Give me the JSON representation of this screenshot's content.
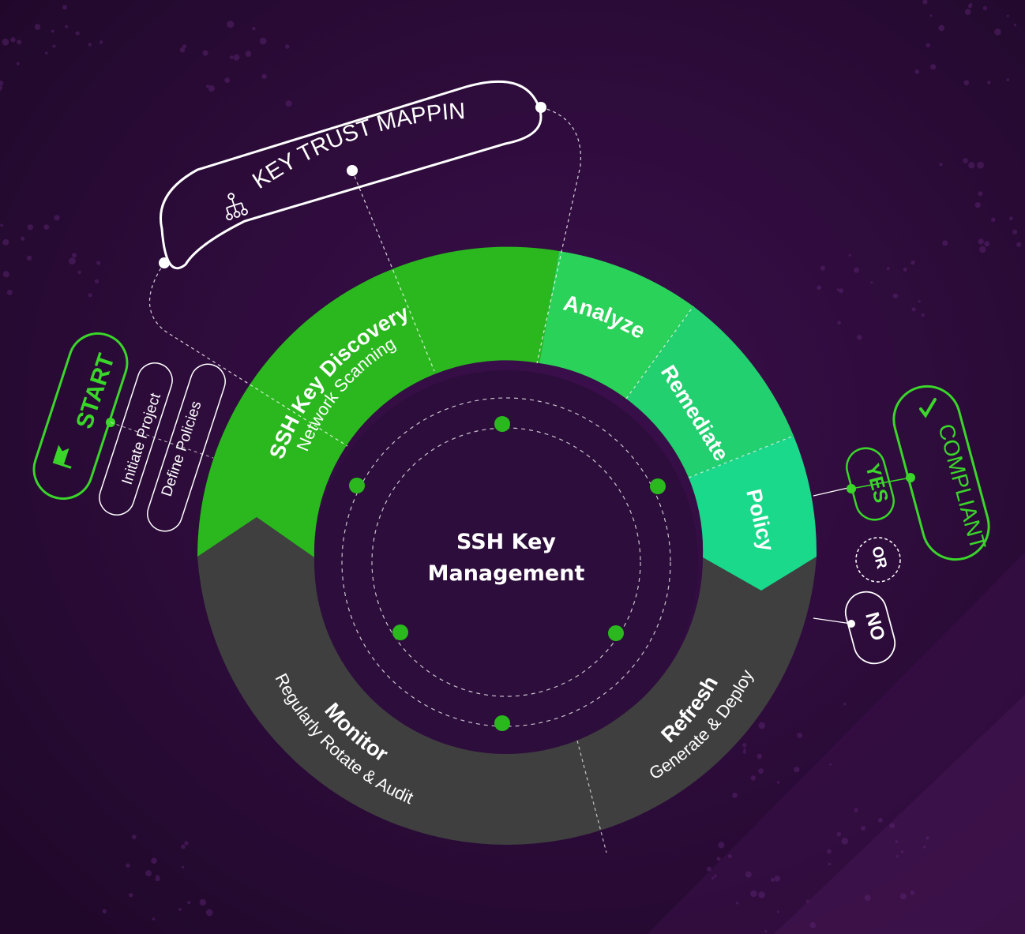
{
  "colors": {
    "background": "#2a0a35",
    "green_dark": "#2ab81e",
    "green_mid": "#2bd25a",
    "green_teal": "#1ad98a",
    "grey": "#3f3f3f",
    "ring_inner": "#2d0d3b",
    "accent": "#3ad62a",
    "white": "#ffffff"
  },
  "center": {
    "line1": "SSH Key",
    "line2": "Management"
  },
  "segments": {
    "discovery": {
      "title": "SSH Key Discovery",
      "subtitle": "Network Scanning"
    },
    "analyze": {
      "title": "Analyze"
    },
    "remediate": {
      "title": "Remediate"
    },
    "policy": {
      "title": "Policy"
    },
    "refresh": {
      "title": "Refresh",
      "subtitle": "Generate & Deploy"
    },
    "monitor": {
      "title": "Monitor",
      "subtitle": "Regularly Rotate & Audit"
    }
  },
  "key_trust_mapping": {
    "label": "KEY TRUST MAPPING",
    "icon": "hierarchy-icon"
  },
  "start": {
    "label": "START",
    "icon": "flag-icon",
    "steps": [
      "Initiate Project",
      "Define Policies"
    ]
  },
  "decision": {
    "yes": "YES",
    "or": "OR",
    "no": "NO",
    "compliant": "COMPLIANT",
    "compliant_icon": "checkmark-icon"
  }
}
